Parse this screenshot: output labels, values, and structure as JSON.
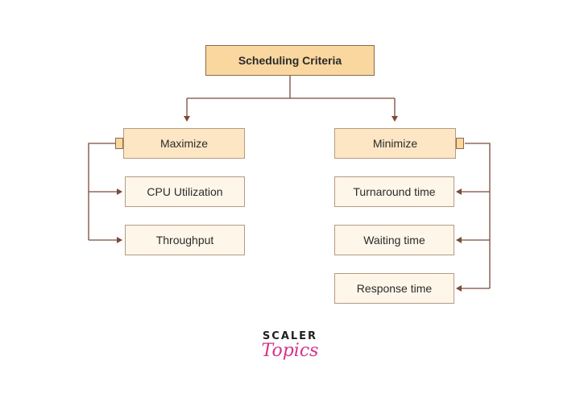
{
  "root": {
    "label": "Scheduling Criteria"
  },
  "maximize": {
    "label": "Maximize",
    "items": [
      "CPU Utilization",
      "Throughput"
    ]
  },
  "minimize": {
    "label": "Minimize",
    "items": [
      "Turnaround time",
      "Waiting time",
      "Response time"
    ]
  },
  "logo": {
    "line1": "SCALER",
    "line2": "Topics"
  },
  "colors": {
    "root_fill": "#fad79e",
    "group_fill": "#fde6c4",
    "leaf_fill": "#fff6ea",
    "connector": "#7a4a3a",
    "logo_accent": "#d6338a"
  }
}
